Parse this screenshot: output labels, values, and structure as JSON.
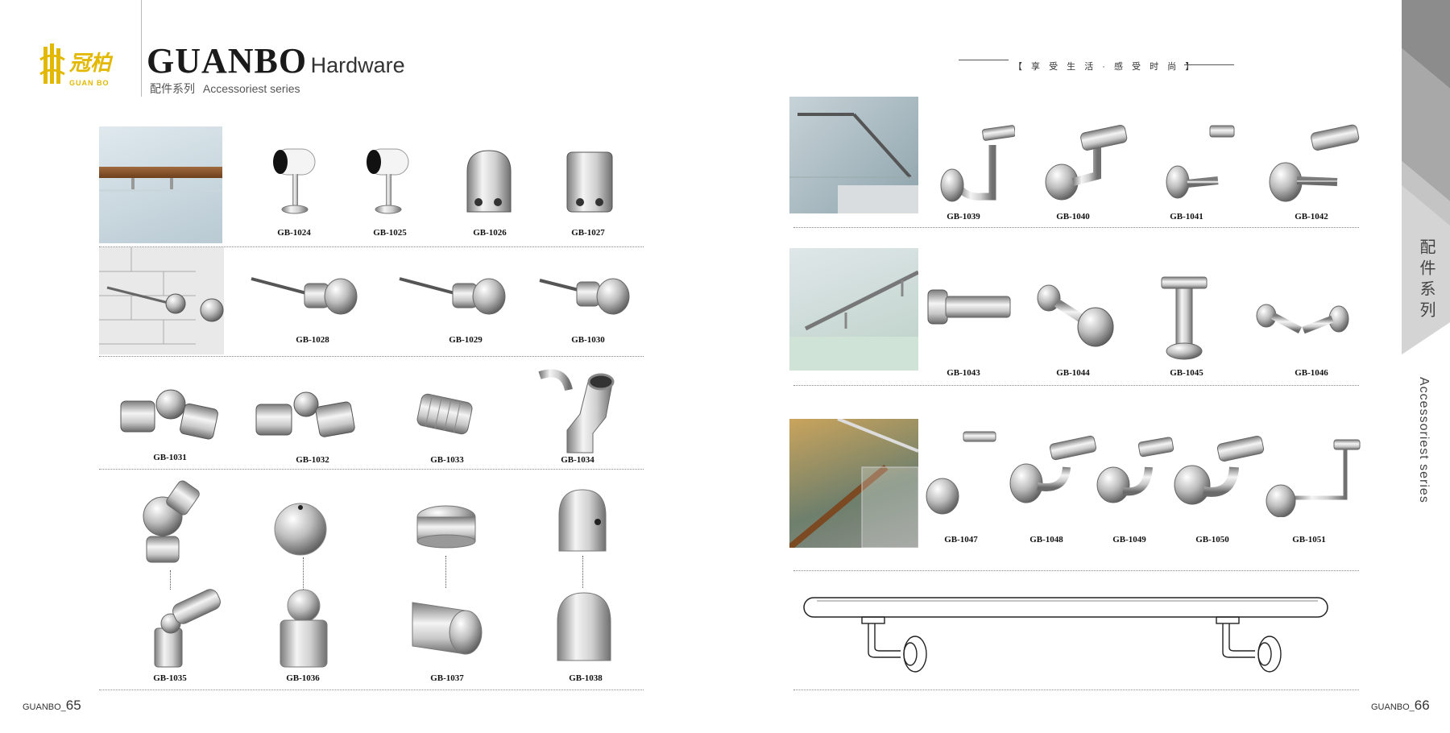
{
  "header": {
    "logo_cn": "冠柏",
    "logo_en": "GUAN BO",
    "brand": "GUANBO",
    "brand_suffix": "Hardware",
    "series_cn": "配件系列",
    "series_en": "Accessoriest series",
    "slogan": "【 享 受 生 活 · 感 受 时 尚 】"
  },
  "left_page": {
    "rows": [
      [
        "GB-1024",
        "GB-1025",
        "GB-1026",
        "GB-1027"
      ],
      [
        "GB-1028",
        "GB-1029",
        "GB-1030"
      ],
      [
        "GB-1031",
        "GB-1032",
        "GB-1033",
        "GB-1034"
      ],
      [
        "GB-1035",
        "GB-1036",
        "GB-1037",
        "GB-1038"
      ]
    ],
    "footer_brand": "GUANBO_",
    "page_number": "65"
  },
  "right_page": {
    "rows": [
      [
        "GB-1039",
        "GB-1040",
        "GB-1041",
        "GB-1042"
      ],
      [
        "GB-1043",
        "GB-1044",
        "GB-1045",
        "GB-1046"
      ],
      [
        "GB-1047",
        "GB-1048",
        "GB-1049",
        "GB-1050",
        "GB-1051"
      ]
    ],
    "footer_brand": "GUANBO_",
    "page_number": "66"
  },
  "side_tab": {
    "cn": "配件系列",
    "en": "Accessoriest series"
  },
  "colors": {
    "steel_light": "#f2f2f2",
    "steel_dark": "#8c8c8c",
    "logo_gold": "#e3b800",
    "tab_grey": "#bdbdbd"
  }
}
